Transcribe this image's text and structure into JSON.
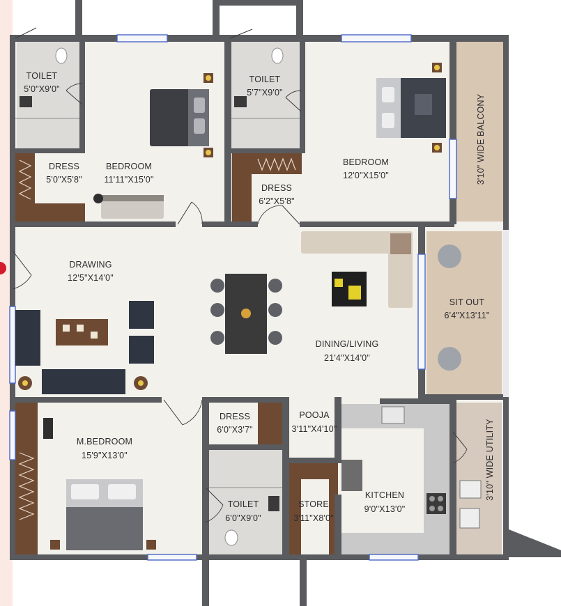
{
  "rooms": {
    "toilet_1": {
      "name": "TOILET",
      "dim": "5'0\"X9'0\""
    },
    "toilet_2": {
      "name": "TOILET",
      "dim": "5'7\"X9'0\""
    },
    "dress_1": {
      "name": "DRESS",
      "dim": "5'0\"X5'8\""
    },
    "bedroom_1": {
      "name": "BEDROOM",
      "dim": "11'11\"X15'0\""
    },
    "bedroom_2": {
      "name": "BEDROOM",
      "dim": "12'0\"X15'0\""
    },
    "dress_2": {
      "name": "DRESS",
      "dim": "6'2\"X5'8\""
    },
    "balcony": {
      "label": "3'10\" WIDE BALCONY"
    },
    "drawing": {
      "name": "DRAWING",
      "dim": "12'5\"X14'0\""
    },
    "sit_out": {
      "name": "SIT OUT",
      "dim": "6'4\"X13'11\""
    },
    "dining_living": {
      "name": "DINING/LIVING",
      "dim": "21'4\"X14'0\""
    },
    "dress_3": {
      "name": "DRESS",
      "dim": "6'0\"X3'7\""
    },
    "pooja": {
      "name": "POOJA",
      "dim": "3'11\"X4'10\""
    },
    "master_bedroom": {
      "name": "M.BEDROOM",
      "dim": "15'9\"X13'0\""
    },
    "utility": {
      "label": "3'10\" WIDE UTILITY"
    },
    "toilet_3": {
      "name": "TOILET",
      "dim": "6'0\"X9'0\""
    },
    "store": {
      "name": "STORE",
      "dim": "3'11\"X8'0\""
    },
    "kitchen": {
      "name": "KITCHEN",
      "dim": "9'0\"X13'0\""
    }
  },
  "colors": {
    "wall": "#5a5b5e",
    "floor": "#f3f1ec",
    "window": "#4a66c8",
    "wood": "#6e4a33",
    "tile": "#c9c9c9",
    "balcony_floor": "#d8c7b3"
  }
}
